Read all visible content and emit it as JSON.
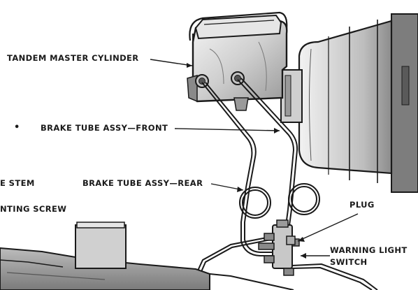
{
  "labels": {
    "tandem_master_cylinder": "TANDEM MASTER CYLINDER",
    "brake_tube_front": "BRAKE TUBE ASSY—FRONT",
    "brake_tube_rear": "BRAKE TUBE ASSY—REAR",
    "stem": "E STEM",
    "mounting_screw": "NTING SCREW",
    "plug": "PLUG",
    "warning_light_line1": "WARNING LIGHT",
    "warning_light_line2": "SWITCH",
    "bullet": "•"
  },
  "colors": {
    "ink": "#1a1a1a",
    "shade_light": "#d6d6d6",
    "shade_mid": "#a8a8a8",
    "shade_dark": "#6e6e6e",
    "paper": "#ffffff"
  }
}
